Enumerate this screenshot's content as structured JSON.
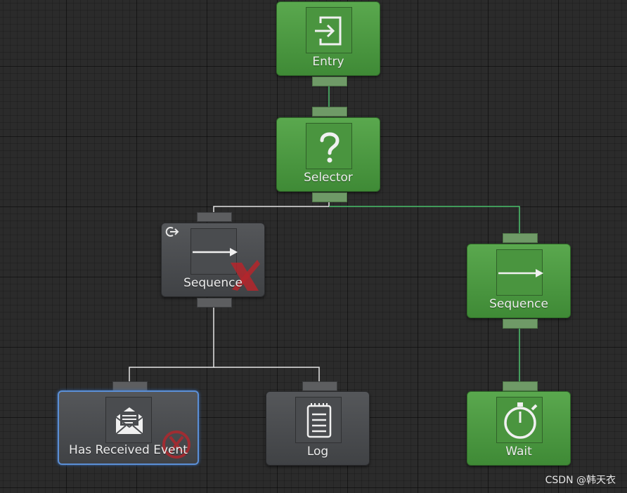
{
  "nodes": {
    "entry": {
      "label": "Entry",
      "icon": "entry-icon"
    },
    "selector": {
      "label": "Selector",
      "icon": "question-mark-icon"
    },
    "sequence_left": {
      "label": "Sequence",
      "icon": "arrow-right-icon",
      "status": "failure",
      "badge": "repeat-icon"
    },
    "sequence_right": {
      "label": "Sequence",
      "icon": "arrow-right-icon"
    },
    "has_received_event": {
      "label": "Has Received Event",
      "icon": "envelope-icon",
      "status": "failure",
      "selected": true
    },
    "log": {
      "label": "Log",
      "icon": "clipboard-icon"
    },
    "wait": {
      "label": "Wait",
      "icon": "stopwatch-icon"
    }
  },
  "colors": {
    "active": "#4b9b41",
    "inactive": "#4a4c4f",
    "selection": "#5b8fd6",
    "failure": "#b5262c",
    "active_wire": "#4cc36e",
    "idle_wire": "#e6e6e6"
  },
  "watermark": "CSDN @韩天衣"
}
